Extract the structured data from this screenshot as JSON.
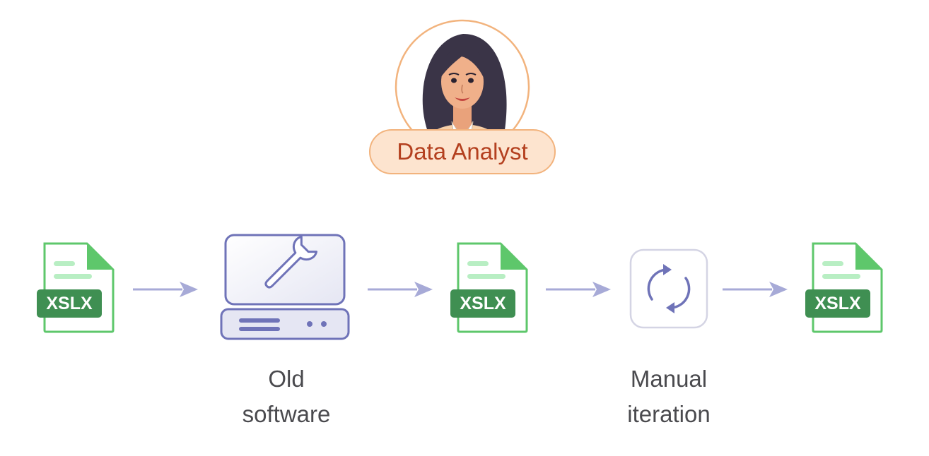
{
  "persona": {
    "role_label": "Data Analyst",
    "avatar_icon": "data-analyst-avatar"
  },
  "flow": {
    "files": [
      {
        "label": "XSLX",
        "icon": "spreadsheet-file-icon"
      },
      {
        "label": "XSLX",
        "icon": "spreadsheet-file-icon"
      },
      {
        "label": "XSLX",
        "icon": "spreadsheet-file-icon"
      }
    ],
    "steps": [
      {
        "icon": "computer-wrench-icon",
        "caption_line1": "Old",
        "caption_line2": "software"
      },
      {
        "icon": "refresh-cycle-icon",
        "caption_line1": "Manual",
        "caption_line2": "iteration"
      }
    ]
  },
  "colors": {
    "file_green": "#5ec76b",
    "badge_green": "#3f8f52",
    "line_mint": "#b8eec3",
    "accent_purple": "#6f73b8",
    "arrow_lavender": "#a7aad7",
    "badge_orange_bg": "#fde4cf",
    "badge_orange_text": "#b4401f"
  }
}
